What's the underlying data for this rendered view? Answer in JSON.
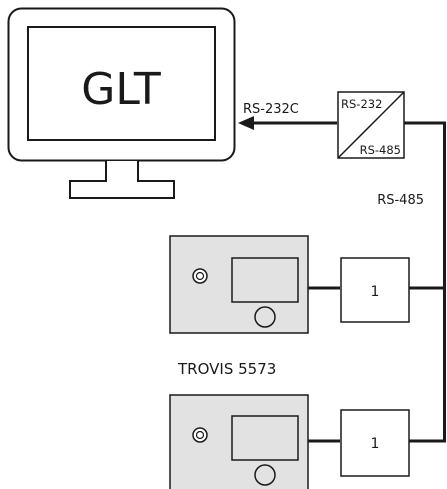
{
  "monitor": {
    "label": "GLT"
  },
  "links": {
    "rs232c_label": "RS-232C",
    "rs485_bus_label": "RS-485"
  },
  "converter": {
    "input_label": "RS-232",
    "output_label": "RS-485"
  },
  "controllers": [
    {
      "module_label": "1"
    },
    {
      "module_label": "1"
    }
  ],
  "device_name": "TROVIS 5573",
  "colors": {
    "line": "#1a1a1a",
    "device_fill": "#e2e2e2",
    "background": "#ffffff"
  }
}
